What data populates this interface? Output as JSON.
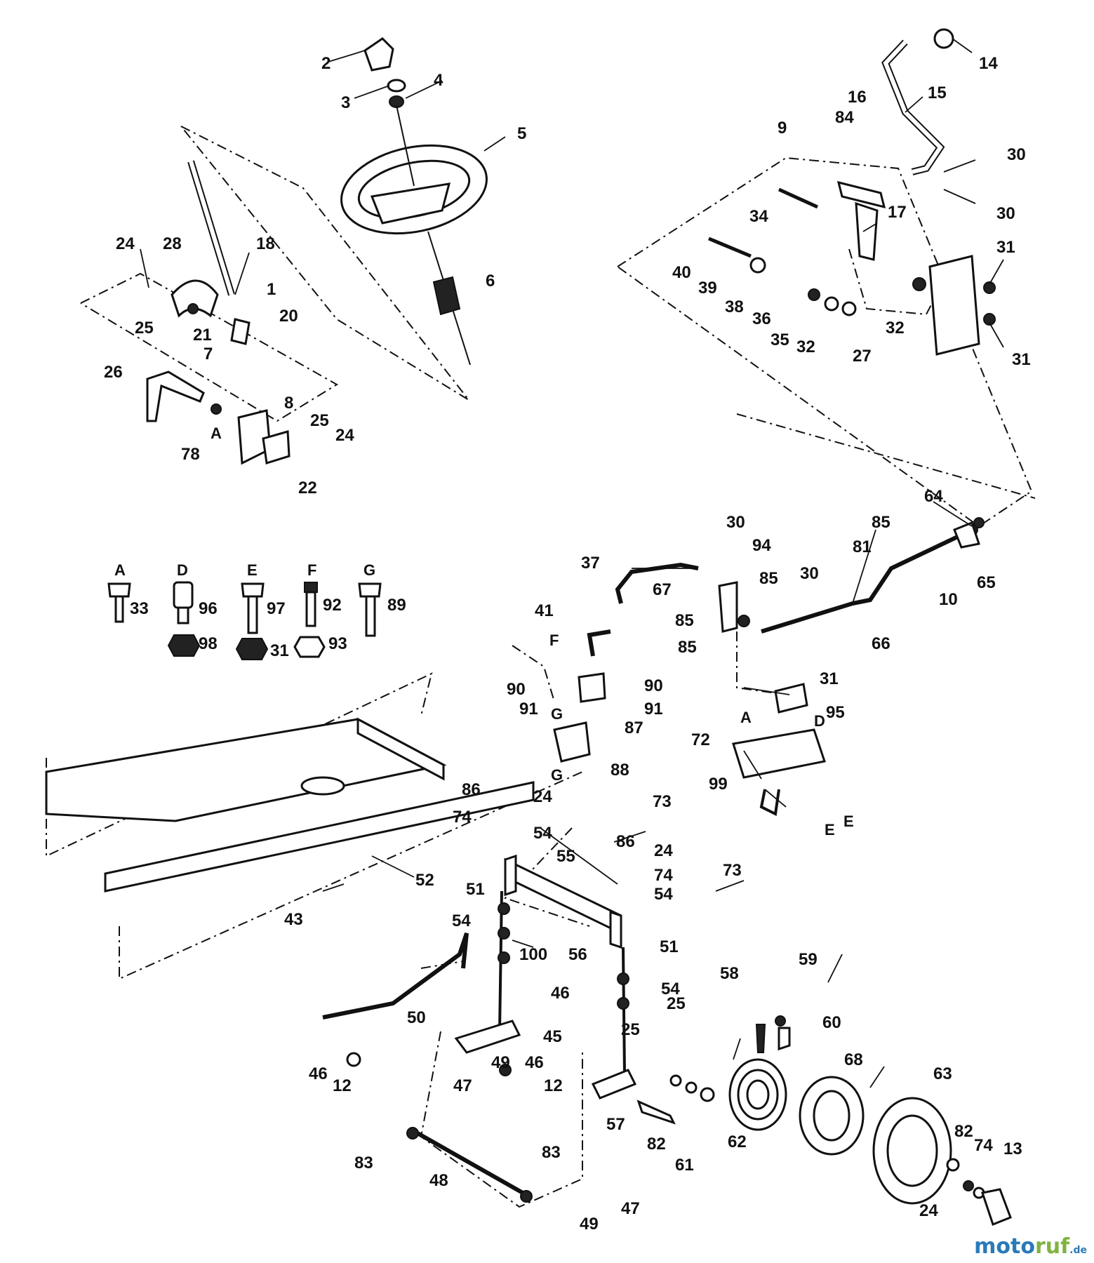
{
  "callouts": [
    "2",
    "3",
    "4",
    "5",
    "14",
    "15",
    "16",
    "84",
    "9",
    "30",
    "30",
    "34",
    "17",
    "40",
    "39",
    "38",
    "36",
    "35",
    "32",
    "27",
    "32",
    "31",
    "31",
    "24",
    "28",
    "18",
    "25",
    "1",
    "20",
    "21",
    "7",
    "6",
    "26",
    "8",
    "78",
    "25",
    "24",
    "22",
    "64",
    "85",
    "81",
    "10",
    "65",
    "30",
    "94",
    "37",
    "30",
    "85",
    "67",
    "41",
    "85",
    "85",
    "66",
    "90",
    "90",
    "91",
    "91",
    "87",
    "88",
    "31",
    "95",
    "72",
    "99",
    "86",
    "24",
    "74",
    "54",
    "73",
    "55",
    "86",
    "24",
    "74",
    "54",
    "73",
    "51",
    "54",
    "43",
    "52",
    "100",
    "56",
    "51",
    "54",
    "25",
    "25",
    "46",
    "50",
    "45",
    "46",
    "12",
    "46",
    "12",
    "49",
    "47",
    "58",
    "59",
    "60",
    "68",
    "63",
    "62",
    "57",
    "82",
    "61",
    "83",
    "48",
    "83",
    "82",
    "74",
    "13",
    "24",
    "49",
    "47"
  ],
  "hardware_key": [
    {
      "letter": "A",
      "bolt": "33"
    },
    {
      "letter": "D",
      "bolt": "96",
      "nut": "98"
    },
    {
      "letter": "E",
      "bolt": "97",
      "nut": "31"
    },
    {
      "letter": "F",
      "bolt": "92",
      "nut": "93"
    },
    {
      "letter": "G",
      "bolt": "89"
    }
  ],
  "connection_letters": [
    "A",
    "A",
    "D",
    "E",
    "E",
    "F",
    "G",
    "G"
  ],
  "logo": {
    "part1": "moto",
    "part2": "ruf",
    "tld": ".de"
  }
}
